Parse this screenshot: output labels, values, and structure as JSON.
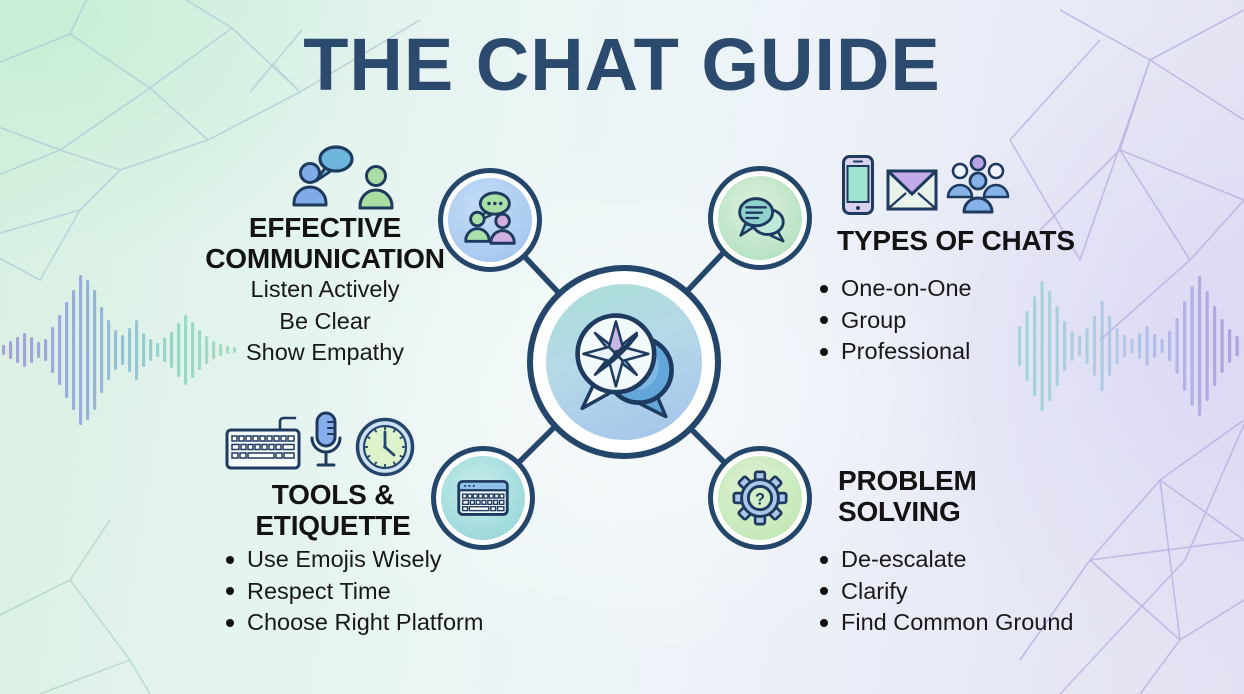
{
  "title": "THE CHAT GUIDE",
  "sections": {
    "effective_communication": {
      "heading_line1": "EFFECTIVE",
      "heading_line2": "COMMUNICATION",
      "items": [
        "Listen Actively",
        "Be Clear",
        "Show Empathy"
      ],
      "bulleted": false,
      "icons": [
        "two-people-talking-icon"
      ]
    },
    "types_of_chats": {
      "heading": "TYPES OF CHATS",
      "items": [
        "One-on-One",
        "Group",
        "Professional"
      ],
      "bulleted": true,
      "icons": [
        "smartphone-icon",
        "envelope-icon",
        "group-people-icon"
      ]
    },
    "tools_etiquette": {
      "heading_line1": "TOOLS &",
      "heading_line2": "ETIQUETTE",
      "items": [
        "Use Emojis Wisely",
        "Respect Time",
        "Choose Right Platform"
      ],
      "bulleted": true,
      "icons": [
        "keyboard-icon",
        "microphone-icon",
        "clock-icon"
      ]
    },
    "problem_solving": {
      "heading_line1": "PROBLEM",
      "heading_line2": "SOLVING",
      "items": [
        "De-escalate",
        "Clarify",
        "Find Common Ground"
      ],
      "bulleted": true,
      "icons": [
        "gear-question-icon"
      ]
    }
  },
  "hub": {
    "icon": "compass-chat-icon"
  },
  "satellites": [
    {
      "icon": "people-chat-icon",
      "position": "top-left"
    },
    {
      "icon": "chat-bubbles-icon",
      "position": "top-right"
    },
    {
      "icon": "keyboard-window-icon",
      "position": "bottom-left"
    },
    {
      "icon": "gear-question-icon",
      "position": "bottom-right"
    }
  ],
  "glyphs": {
    "question_mark": "?"
  },
  "colors": {
    "title": "#2b4a6e",
    "heading_text": "#131313",
    "body_text": "#191919",
    "outline_navy": "#24466b",
    "hub_gradient_top": "#a8dfd2",
    "hub_gradient_bottom": "#a2bfec",
    "satellite_blue": "#a4c6ee",
    "satellite_green": "#b2dfc0",
    "satellite_teal": "#96d6d8",
    "satellite_light_green": "#bfe7b5",
    "wave_purple": "#9a86d4",
    "wave_blue": "#7f97dc",
    "wave_teal": "#7cc9c4",
    "wave_green": "#8fd9ac",
    "mesh_blue": "#a9c6d6",
    "mesh_purple": "#b2aade"
  }
}
